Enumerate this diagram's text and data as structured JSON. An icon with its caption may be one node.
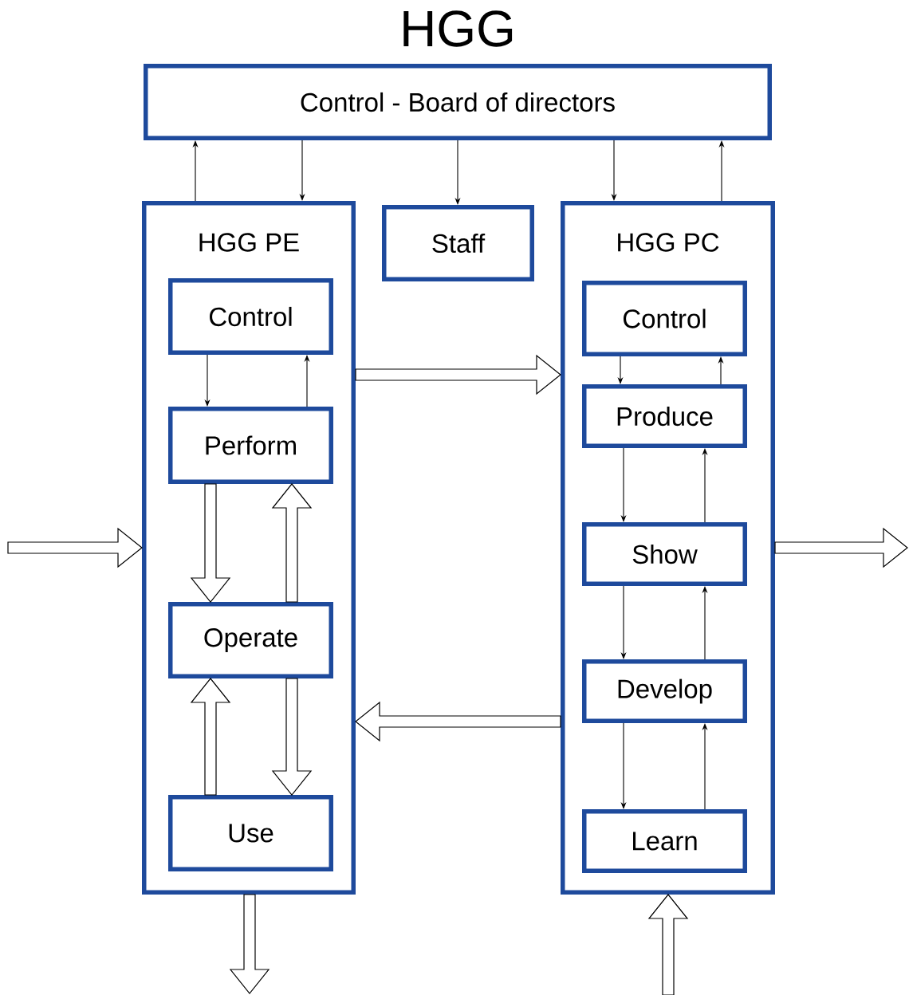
{
  "diagram": {
    "title": "HGG",
    "nodes": [
      {
        "text": [
          "Control - Board of directors"
        ]
      },
      {
        "text": [
          "HGG PE"
        ]
      },
      {
        "text": [
          "Control"
        ],
        "in": 1
      },
      {
        "text": [
          "Perform"
        ],
        "in": 1
      },
      {
        "text": [
          "Operate"
        ],
        "in": 1
      },
      {
        "text": [
          "Use"
        ],
        "in": 1
      },
      {
        "text": [
          "Staff"
        ]
      },
      {
        "text": [
          "HGG PC"
        ]
      },
      {
        "text": [
          "Control"
        ],
        "in": 7
      },
      {
        "text": [
          "Produce"
        ],
        "in": 7
      },
      {
        "text": [
          "Show"
        ],
        "in": 7
      },
      {
        "text": [
          "Develop"
        ],
        "in": 7
      },
      {
        "text": [
          "Learn"
        ],
        "in": 7
      }
    ],
    "edges": [
      {
        "from": 1,
        "to": 0,
        "arrow": "to"
      },
      {
        "from": 0,
        "to": 1,
        "arrow": "to"
      },
      {
        "from": 0,
        "to": 6,
        "arrow": "to"
      },
      {
        "from": 0,
        "to": 7,
        "arrow": "to"
      },
      {
        "from": 7,
        "to": 0,
        "arrow": "to"
      },
      {
        "from": 2,
        "to": 3,
        "arrow": "to"
      },
      {
        "from": 3,
        "to": 2,
        "arrow": "to"
      },
      {
        "from": 3,
        "to": 4,
        "arrow": "to",
        "style": "thick"
      },
      {
        "from": 4,
        "to": 3,
        "arrow": "to",
        "style": "thick"
      },
      {
        "from": 5,
        "to": 4,
        "arrow": "to",
        "style": "thick"
      },
      {
        "from": 4,
        "to": 5,
        "arrow": "to",
        "style": "thick"
      },
      {
        "from": 1,
        "to": 7,
        "arrow": "to",
        "style": "thick"
      },
      {
        "from": 7,
        "to": 1,
        "arrow": "to",
        "style": "thick"
      },
      {
        "from": null,
        "to": 1,
        "arrow": "to",
        "style": "thick"
      },
      {
        "from": 7,
        "to": null,
        "arrow": "to",
        "style": "thick"
      },
      {
        "from": 1,
        "to": null,
        "arrow": "to",
        "style": "thick"
      },
      {
        "from": null,
        "to": 7,
        "arrow": "to",
        "style": "thick"
      },
      {
        "from": 8,
        "to": 9,
        "arrow": "to"
      },
      {
        "from": 9,
        "to": 8,
        "arrow": "to"
      },
      {
        "from": 9,
        "to": 10,
        "arrow": "to"
      },
      {
        "from": 10,
        "to": 9,
        "arrow": "to"
      },
      {
        "from": 10,
        "to": 11,
        "arrow": "to"
      },
      {
        "from": 11,
        "to": 10,
        "arrow": "to"
      },
      {
        "from": 11,
        "to": 12,
        "arrow": "to"
      },
      {
        "from": 12,
        "to": 11,
        "arrow": "to"
      }
    ]
  }
}
